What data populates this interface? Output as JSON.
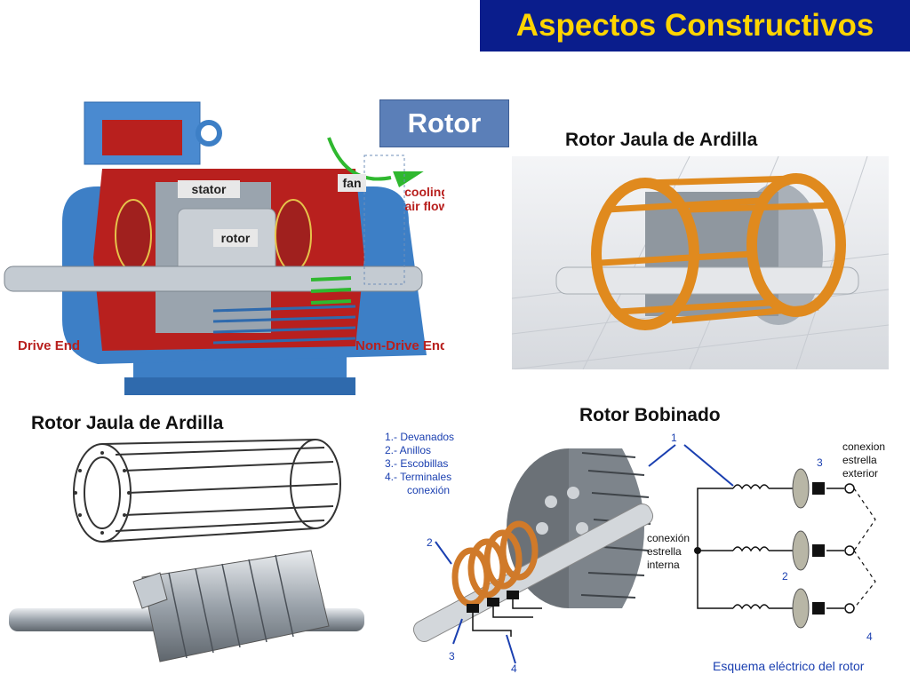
{
  "title": "Aspectos Constructivos",
  "rotor_label": "Rotor",
  "captions": {
    "squirrel_cage_top": "Rotor Jaula de Ardilla",
    "squirrel_cage_bottom": "Rotor Jaula de Ardilla",
    "wound_rotor": "Rotor Bobinado"
  },
  "motor_labels": {
    "stator": "stator",
    "fan": "fan",
    "rotor": "rotor",
    "cooling_line1": "cooling",
    "cooling_line2": "air flow",
    "drive_end": "Drive End",
    "non_drive_end": "Non-Drive End"
  },
  "wound_rotor_legend": {
    "item1": "1.- Devanados",
    "item2": "2.- Anillos",
    "item3": "3.- Escobillas",
    "item4": "4.- Terminales",
    "item4_cont": "conexión"
  },
  "schematic": {
    "external_line1": "conexion",
    "external_line2": "estrella",
    "external_line3": "exterior",
    "internal_line1": "conexión",
    "internal_line2": "estrella",
    "internal_line3": "interna",
    "caption": "Esquema eléctrico del rotor",
    "markers": {
      "n1": "1",
      "n2a": "2",
      "n2b": "2",
      "n3a": "3",
      "n3b": "3",
      "n4a": "4",
      "n4b": "4"
    }
  },
  "colors": {
    "title_bg": "#0a1d8c",
    "title_text": "#ffd400",
    "rotor_box": "#5b7fb8",
    "motor_blue": "#3d7fc6",
    "motor_red": "#b8201e",
    "cage_orange": "#e08a1e",
    "copper": "#d07a2a",
    "legend_blue": "#1a3fb0"
  }
}
